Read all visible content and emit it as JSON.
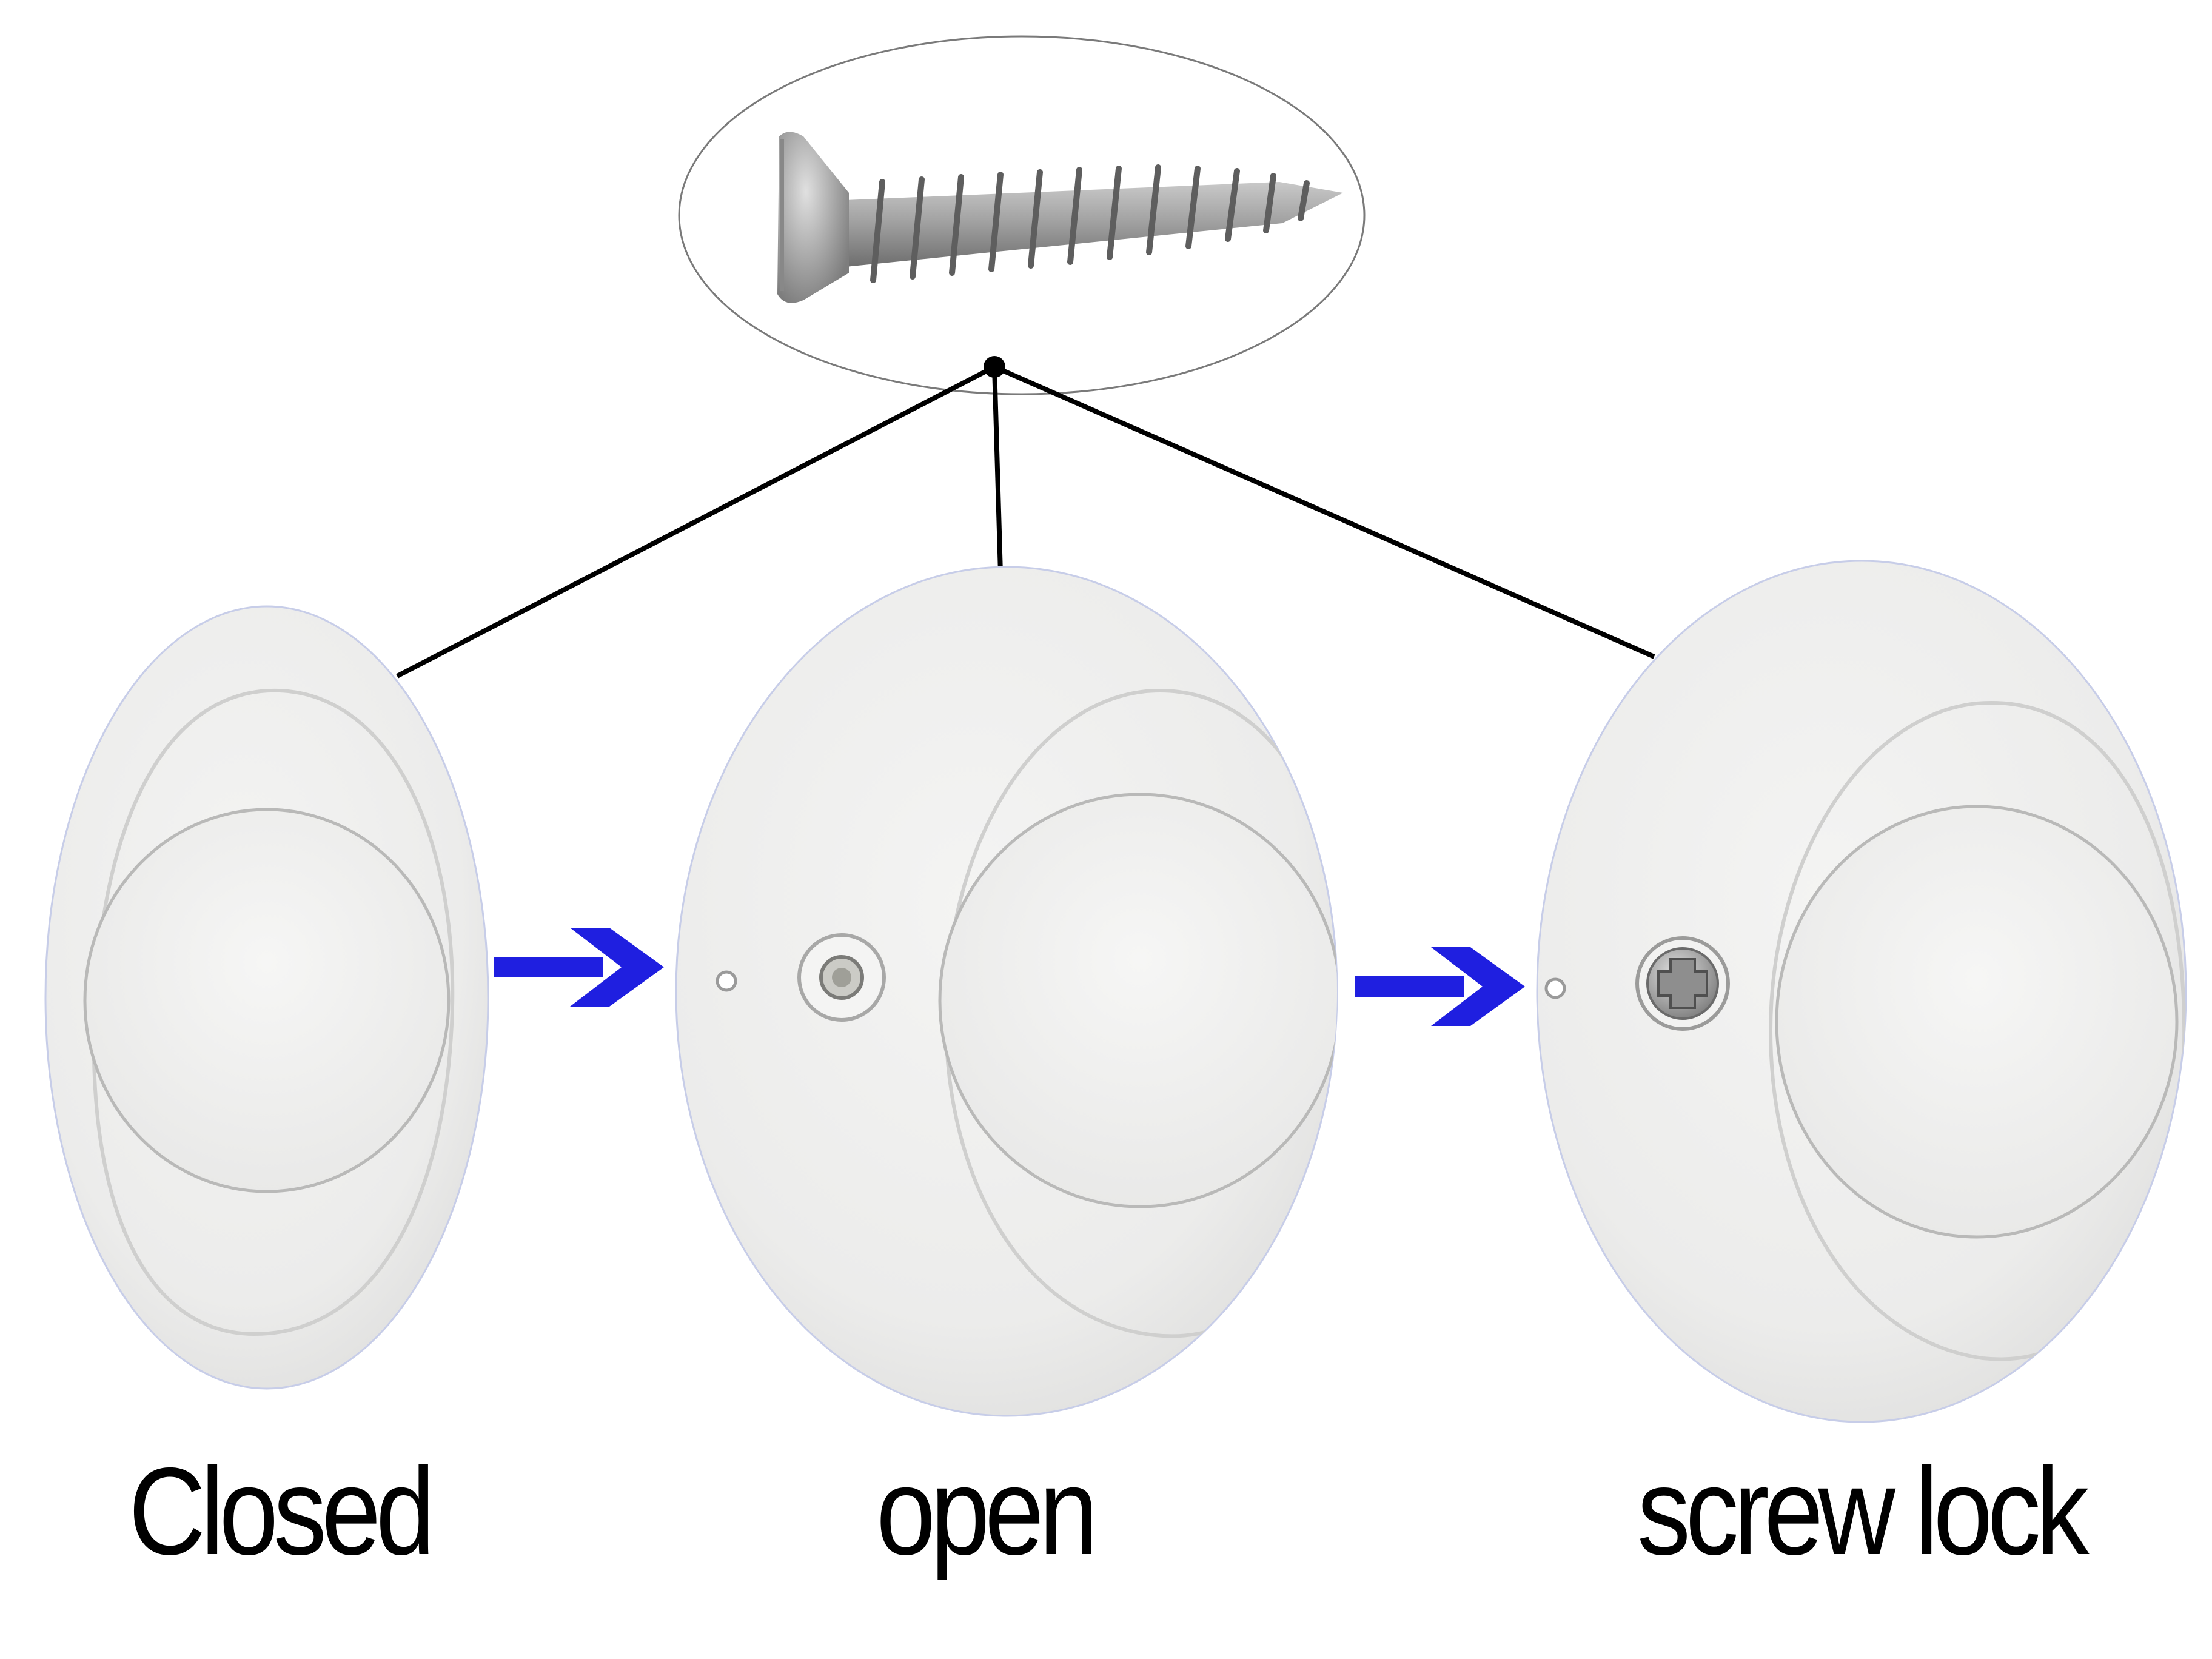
{
  "colors": {
    "background": "#ffffff",
    "connector": "#000000",
    "arrow": "#1f1fe0",
    "plate": "#ececeb",
    "plate_rim": "#c7cde8",
    "screw_metal": "#9a9a9a"
  },
  "labels": {
    "closed": "Closed",
    "open": "open",
    "lock": "screw lock"
  },
  "icons": {
    "screw": "screw-icon",
    "arrow": "right-arrow-icon"
  }
}
